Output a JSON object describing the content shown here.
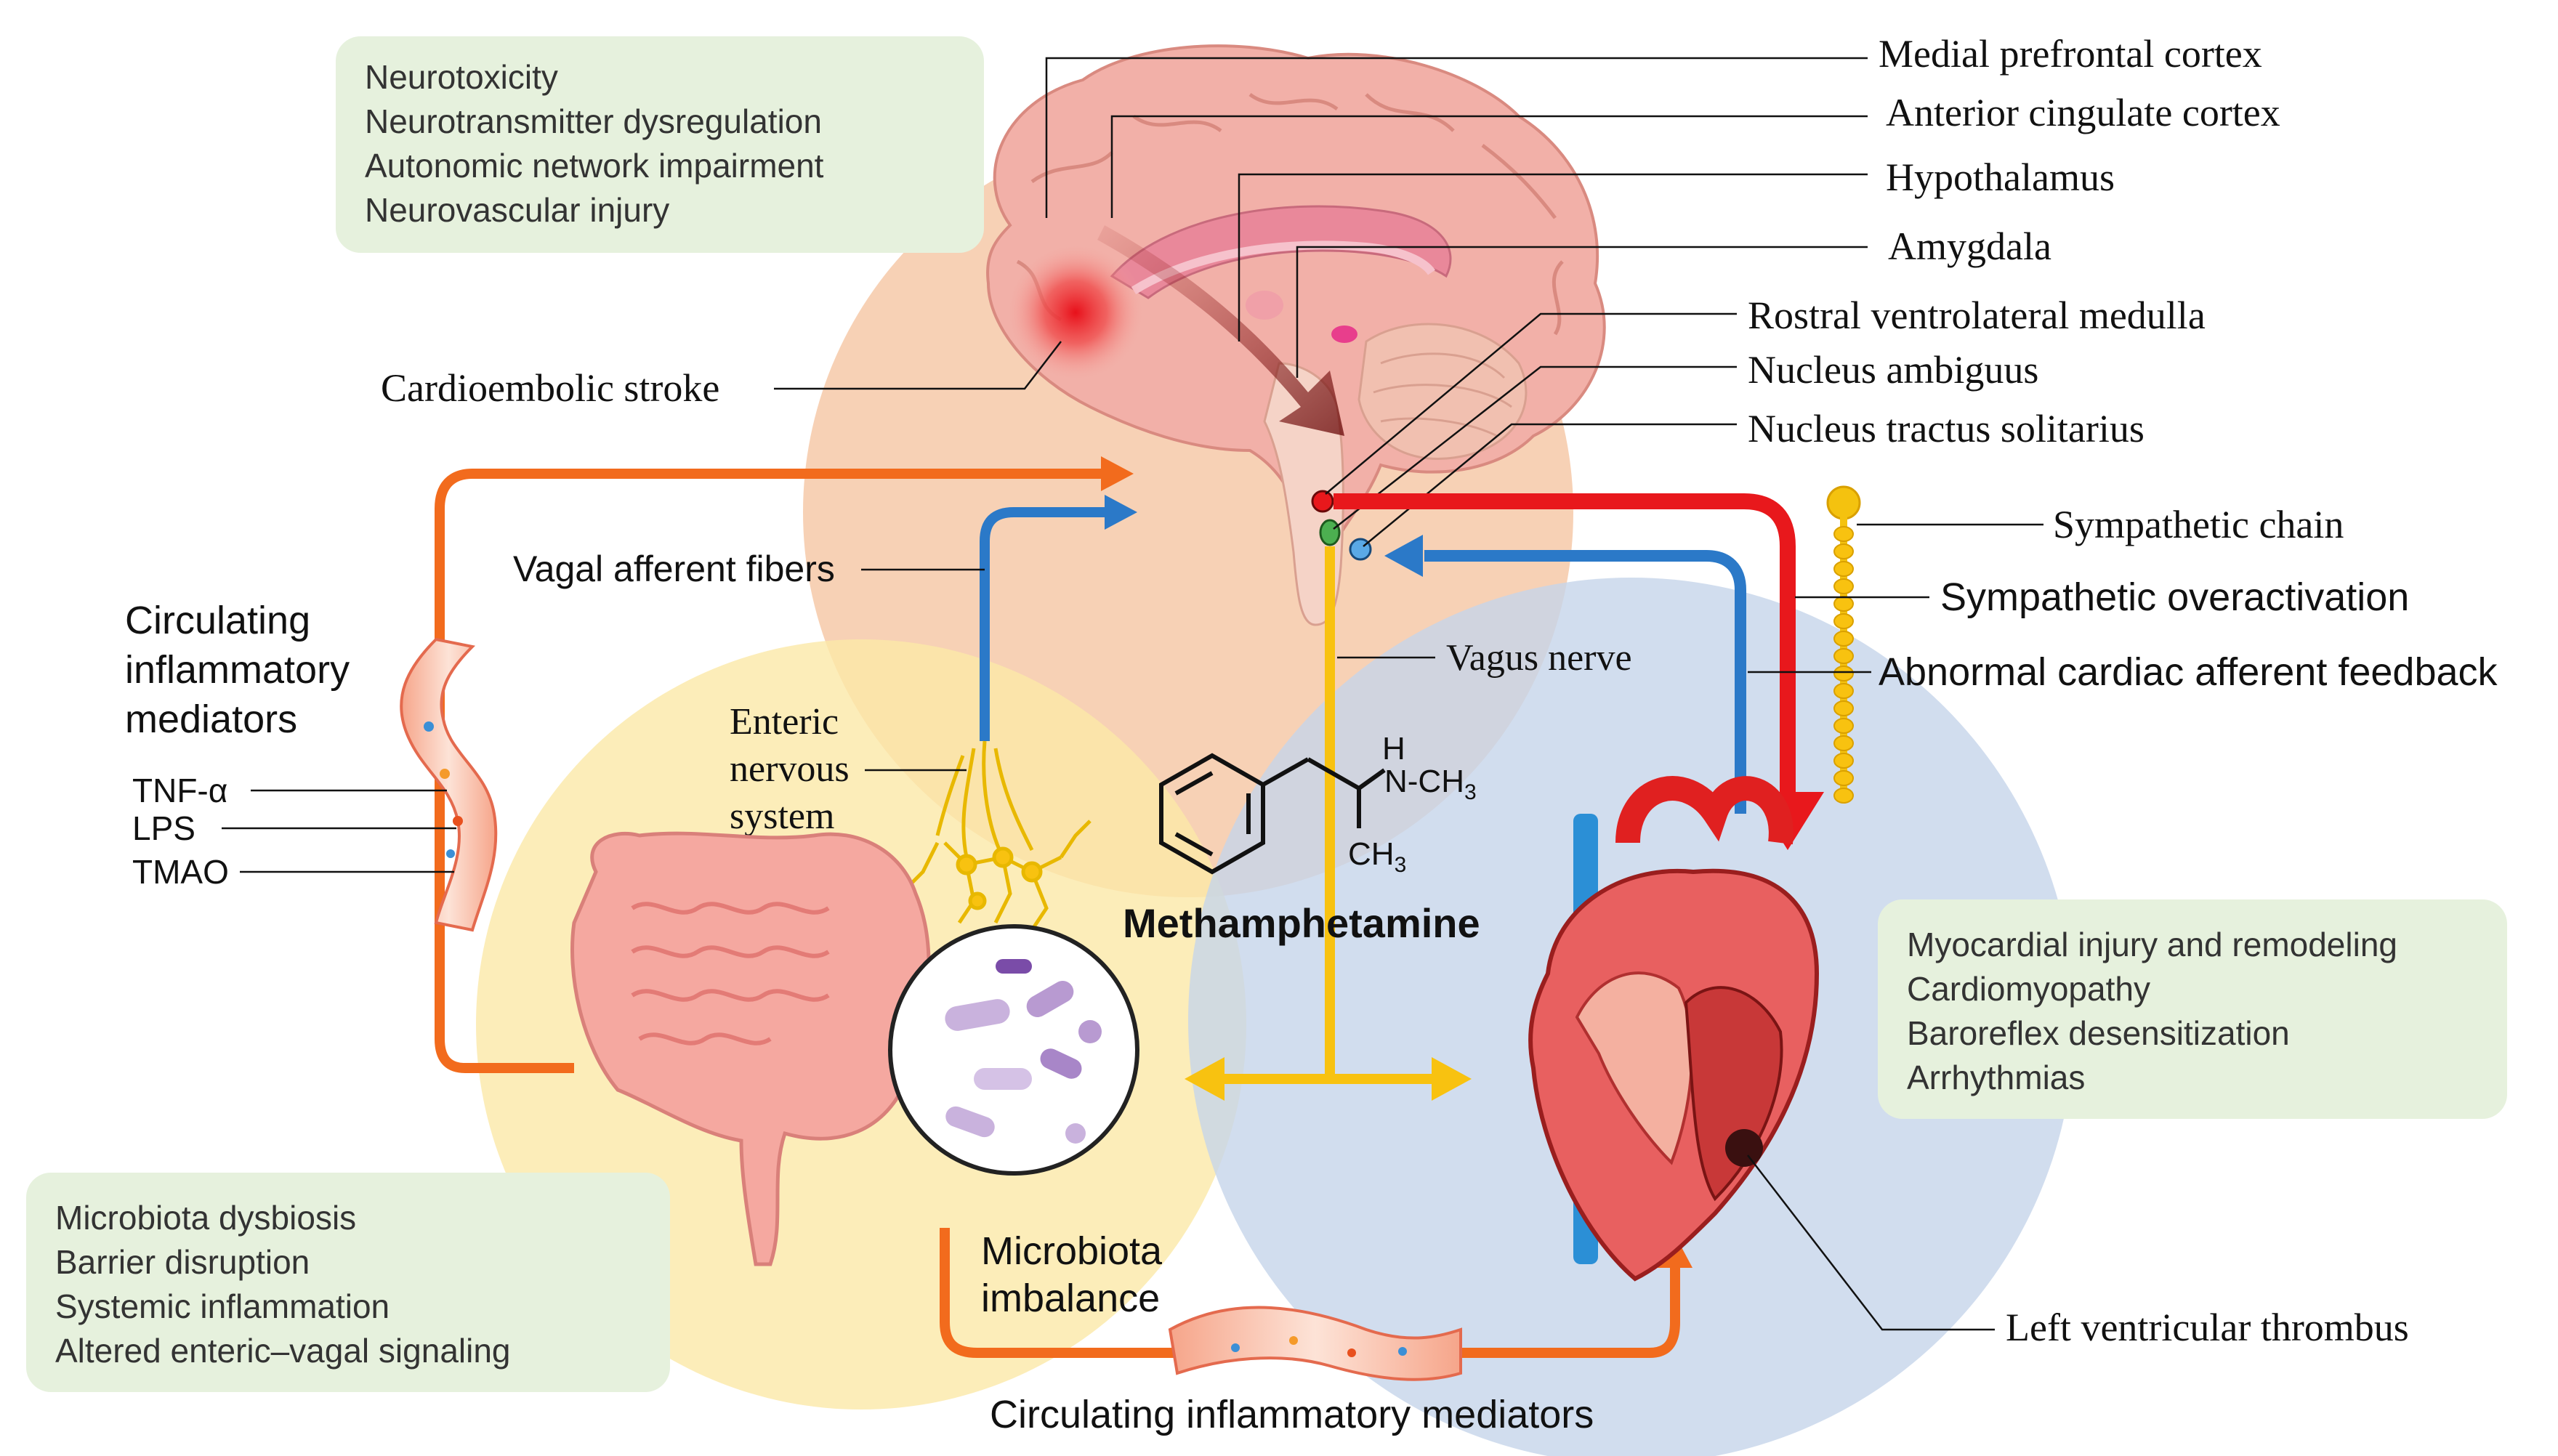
{
  "colors": {
    "brain_circle": "#f6c9a8",
    "gut_circle": "#fbe9a8",
    "heart_circle": "#c6d4ea",
    "effect_box": "#e6f1dd",
    "orange_arrow": "#f26b1d",
    "blue_arrow": "#2b79c8",
    "red_arrow": "#e8181c",
    "vagus_yellow": "#f8c210"
  },
  "icons": {
    "brain": "brain-sagittal-icon",
    "gut": "intestine-icon",
    "microbiota": "bacteria-magnified-icon",
    "heart": "heart-cross-section-icon",
    "blood_vessel": "blood-vessel-icon",
    "enteric_neurons": "neuron-cluster-icon",
    "sympathetic_chain": "ganglion-chain-icon",
    "molecule": "methamphetamine-structure-icon"
  },
  "brain_effects": [
    "Neurotoxicity",
    "Neurotransmitter dysregulation",
    "Autonomic network impairment",
    "Neurovascular injury"
  ],
  "heart_effects": [
    "Myocardial injury and remodeling",
    "Cardiomyopathy",
    "Baroreflex desensitization",
    "Arrhythmias"
  ],
  "gut_effects": [
    "Microbiota dysbiosis",
    "Barrier disruption",
    "Systemic inflammation",
    "Altered enteric–vagal signaling"
  ],
  "brain_regions": {
    "mpfc": "Medial prefrontal cortex",
    "acc": "Anterior cingulate cortex",
    "hypothalamus": "Hypothalamus",
    "amygdala": "Amygdala",
    "rvlm": "Rostral ventrolateral medulla",
    "na": "Nucleus ambiguus",
    "nts": "Nucleus tractus solitarius"
  },
  "labels": {
    "stroke": "Cardioembolic stroke",
    "sym_chain": "Sympathetic chain",
    "sym_over": "Sympathetic overactivation",
    "cardiac_feedback": "Abnormal cardiac afferent feedback",
    "vagal_afferent": "Vagal afferent fibers",
    "vagus": "Vagus nerve",
    "enteric": [
      "Enteric",
      "nervous",
      "system"
    ],
    "microbiota": [
      "Microbiota",
      "imbalance"
    ],
    "circ_left": [
      "Circulating",
      "inflammatory",
      "mediators"
    ],
    "circ_bottom": "Circulating inflammatory mediators",
    "mediators": [
      "TNF-α",
      "LPS",
      "TMAO"
    ],
    "lv_thrombus": "Left ventricular thrombus",
    "drug_name": "Methamphetamine"
  },
  "molecule": {
    "h": "H",
    "amine": "N-CH",
    "amine_sub": "3",
    "methyl": "CH",
    "methyl_sub": "3"
  }
}
